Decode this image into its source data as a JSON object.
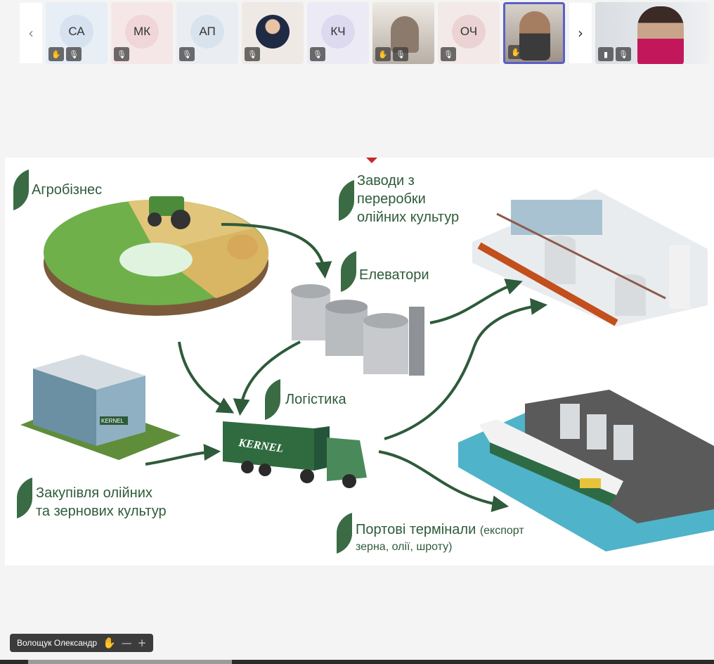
{
  "participants": [
    {
      "initials": "СА",
      "bg": "#e7eef5",
      "circle": "#d6e2f0",
      "icons": [
        "hand-icon",
        "mic-off-icon"
      ]
    },
    {
      "initials": "МК",
      "bg": "#f5e7e7",
      "circle": "#f0d6d6",
      "icons": [
        "mic-off-icon"
      ]
    },
    {
      "initials": "АП",
      "bg": "#eaeef2",
      "circle": "#d9e3ee",
      "icons": [
        "mic-off-icon"
      ]
    },
    {
      "initials": "",
      "bg": "#efe9e6",
      "circle": "#1f2a44",
      "icons": [
        "mic-off-icon"
      ]
    },
    {
      "initials": "КЧ",
      "bg": "#ecebf5",
      "circle": "#ddd9ef",
      "icons": [
        "mic-off-icon"
      ]
    },
    {
      "initials": "",
      "bg": "#d9d4cc",
      "circle": "",
      "icons": [
        "hand-icon",
        "mic-off-icon"
      ]
    },
    {
      "initials": "ОЧ",
      "bg": "#f3e9e8",
      "circle": "#ead3d2",
      "icons": [
        "mic-off-icon"
      ]
    },
    {
      "initials": "",
      "bg": "#cfc9c2",
      "circle": "",
      "icons": [
        "hand-icon"
      ]
    }
  ],
  "slide": {
    "labels": {
      "agro": "Агробізнес",
      "plants_1": "Заводи з",
      "plants_2": "переробки",
      "plants_3": "олійних культур",
      "elevators": "Елеватори",
      "logistics": "Логістика",
      "purchase_1": "Закупівля олійних",
      "purchase_2": "та зернових культур",
      "ports_1": "Портові термінали",
      "ports_1b": "(експорт",
      "ports_2": "зерна, олії, шроту)"
    },
    "brand_text": "KERNEL",
    "accent": "#2e5b3a"
  },
  "presenter": {
    "name": "Волощук Олександр",
    "minus": "—",
    "plus": "+"
  }
}
